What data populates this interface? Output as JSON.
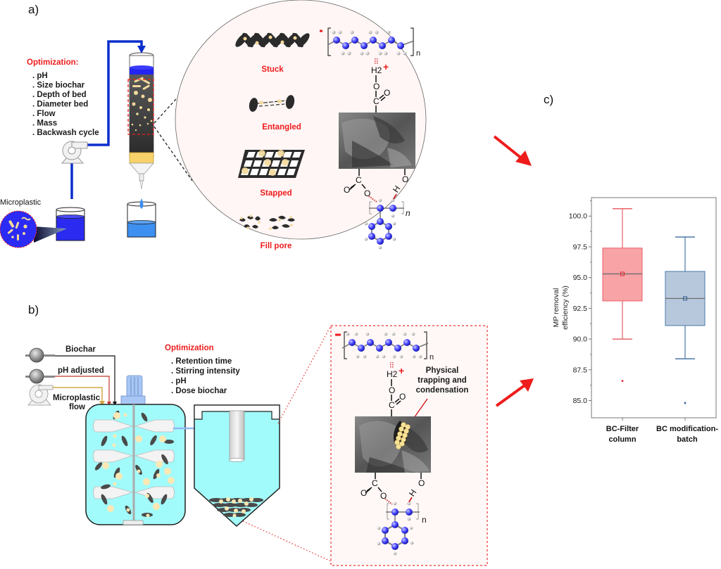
{
  "panels": {
    "a": {
      "label": "a)",
      "optimization_title": "Optimization:",
      "optimization_items": [
        ". pH",
        ". Size biochar",
        ". Depth of bed",
        ". Diameter bed",
        ". Flow",
        ". Mass",
        ". Backwash cycle"
      ],
      "source_label": "Microplastic",
      "mechanisms": [
        "Stuck",
        "Entangled",
        "Stapped",
        "Fill pore"
      ],
      "polymer_subscript": "n",
      "h2_label": "H2",
      "plus_sign": "+",
      "minus_sign": "−"
    },
    "b": {
      "label": "b)",
      "feeds": [
        "Biochar",
        "pH adjusted",
        "Microplastic",
        "flow"
      ],
      "optimization_title": "Optimization",
      "optimization_items": [
        ". Retention time",
        ". Stirring intensity",
        ". pH",
        ". Dose biochar"
      ],
      "annotation": [
        "Physical",
        "trapping and",
        "condensation"
      ],
      "polymer_subscript": "n",
      "h2_label": "H2",
      "plus_sign": "+"
    },
    "c": {
      "label": "c)"
    }
  },
  "colors": {
    "accent_red": "#ee1c1c",
    "flow_blue": "#0a2ecc",
    "filter_box": "#f8a3a6",
    "filter_line": "#e8636a",
    "batch_box": "#b7c8dc",
    "batch_line": "#4a78a8",
    "tank_water": "#a2fbfb",
    "atom_blue": "#3a3aff",
    "sand": "#f7d26a"
  },
  "chart_data": {
    "type": "box",
    "title": "",
    "xlabel": "",
    "ylabel": "MP removal efficiency (%)",
    "ylabel_lines": [
      "MP removal",
      "efficiency (%)"
    ],
    "ylim": [
      83.6,
      101.5
    ],
    "yticks": [
      85.0,
      87.5,
      90.0,
      92.5,
      95.0,
      97.5,
      100.0
    ],
    "ytick_labels": [
      "85.0",
      "87.5",
      "90.0",
      "92.5",
      "95.0",
      "97.5",
      "100.0"
    ],
    "grid": false,
    "legend": "none",
    "categories": [
      "BC-Filter column",
      "BC modification-batch"
    ],
    "category_lines": [
      [
        "BC-Filter",
        "column"
      ],
      [
        "BC modification-",
        "batch"
      ]
    ],
    "series": [
      {
        "name": "BC-Filter column",
        "whisker_low": 90.0,
        "q1": 93.1,
        "median": 95.3,
        "mean": 95.3,
        "q3": 97.4,
        "whisker_high": 100.6,
        "outliers": [
          86.6
        ]
      },
      {
        "name": "BC modification-batch",
        "whisker_low": 88.4,
        "q1": 91.1,
        "median": 93.3,
        "mean": 93.3,
        "q3": 95.5,
        "whisker_high": 98.3,
        "outliers": [
          84.8
        ]
      }
    ]
  }
}
